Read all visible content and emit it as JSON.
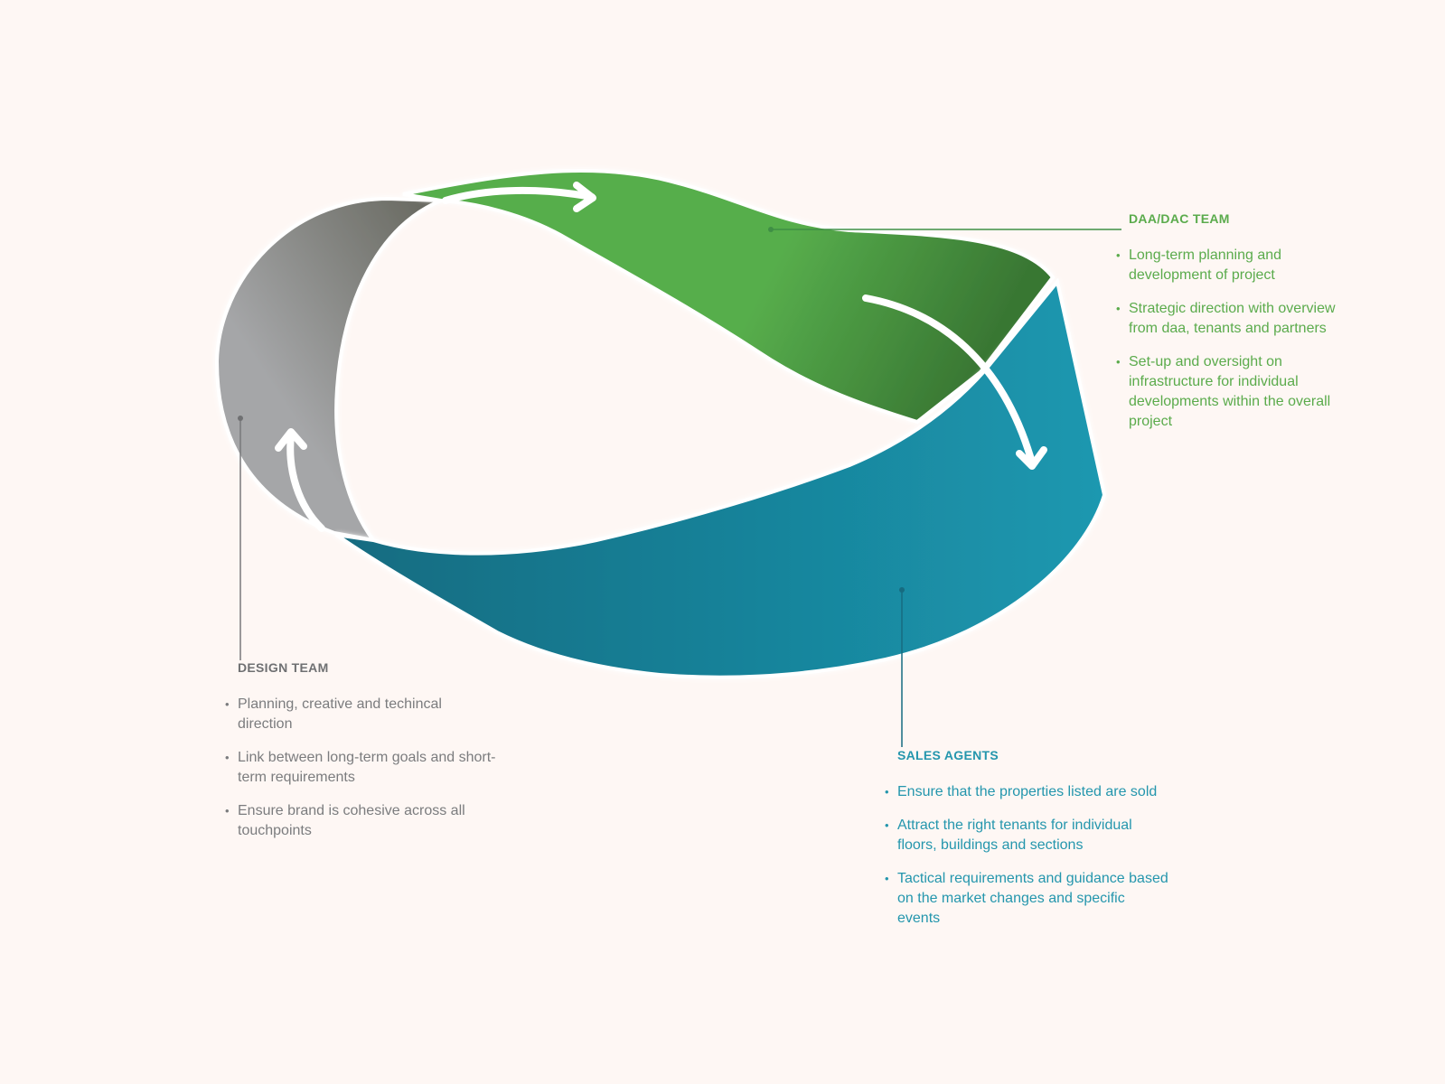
{
  "colors": {
    "background": "#fef7f4",
    "green": "#57ae4c",
    "green_dark": "#3a7a36",
    "blue": "#1a8aa3",
    "blue_dark": "#15718a",
    "gray": "#a5a6a8",
    "gray_dark": "#6a6b64",
    "daa_text": "#5bab4c",
    "design_text": "#7b7c7e",
    "sales_text": "#2496ad"
  },
  "icons": [
    "arrow-right-icon",
    "arrow-down-icon",
    "arrow-up-icon"
  ],
  "daa": {
    "title": "DAA/DAC TEAM",
    "items": [
      "Long-term planning and development of project",
      "Strategic direction with overview from daa, tenants and partners",
      "Set-up and oversight on infrastructure for individual developments within the overall project"
    ]
  },
  "design": {
    "title": "DESIGN TEAM",
    "items": [
      "Planning, creative and techincal direction",
      "Link between long-term goals and short-term requirements",
      "Ensure brand is cohesive across all touchpoints"
    ]
  },
  "sales": {
    "title": "SALES AGENTS",
    "items": [
      "Ensure that the properties listed are sold",
      "Attract the right tenants for individual floors, buildings and sections",
      "Tactical requirements and guidance based on the market changes and specific events"
    ]
  }
}
